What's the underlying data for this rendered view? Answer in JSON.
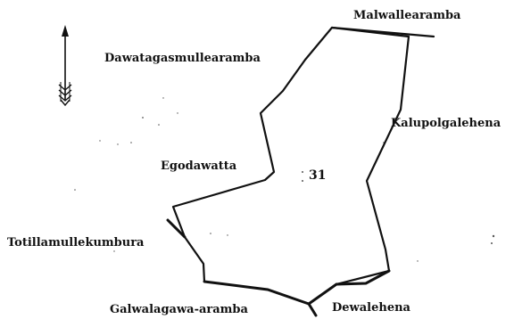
{
  "plot_number": "31",
  "place_names": {
    "north": "Malwallearamba",
    "north_west": "Dawatagasmullearamba",
    "east": "Kalupolgalehena",
    "west_inner": "Egodawatta",
    "west": "Totillamullekumbura",
    "south_west": "Galwalagawa-aramba",
    "south_east": "Dewalehena"
  },
  "north_arrow_icon": "north-arrow-icon",
  "ink_color": "#111111"
}
